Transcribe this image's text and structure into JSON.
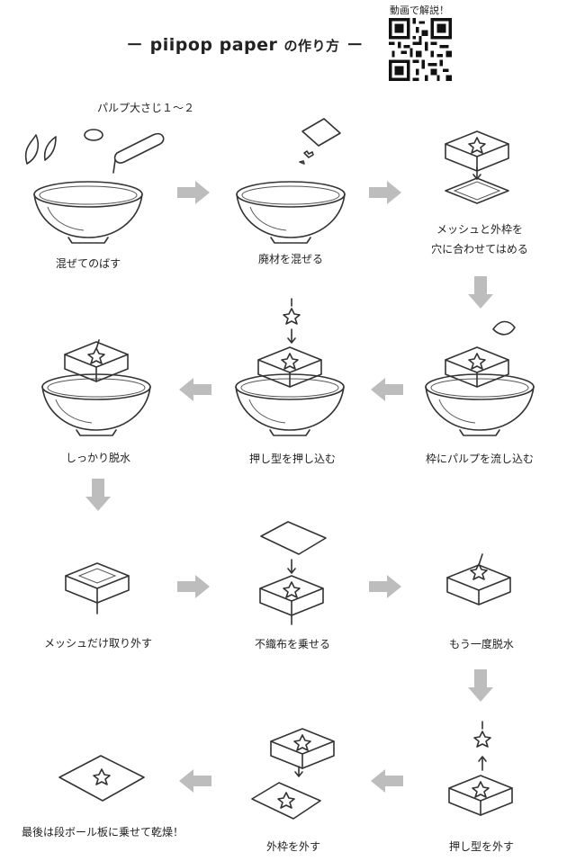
{
  "header": {
    "title_dash_left": "－",
    "title_brand": "piipop paper",
    "title_suffix": "の作り方",
    "title_dash_right": "－",
    "qr_label": "動画で解説！"
  },
  "pulp_note": "パルプ大さじ１～２",
  "steps": [
    {
      "label": "混ぜてのばす"
    },
    {
      "label": "廃材を混ぜる"
    },
    {
      "label": "メッシュと外枠を",
      "label2": "穴に合わせてはめる"
    },
    {
      "label": "枠にパルプを流し込む"
    },
    {
      "label": "押し型を押し込む"
    },
    {
      "label": "しっかり脱水"
    },
    {
      "label": "メッシュだけ取り外す"
    },
    {
      "label": "不織布を乗せる"
    },
    {
      "label": "もう一度脱水"
    },
    {
      "label": "押し型を外す"
    },
    {
      "label": "外枠を外す"
    },
    {
      "label": "最後は段ボール板に乗せて乾燥！"
    }
  ],
  "colors": {
    "arrow": "#bdbdbd",
    "ink": "#333333"
  }
}
